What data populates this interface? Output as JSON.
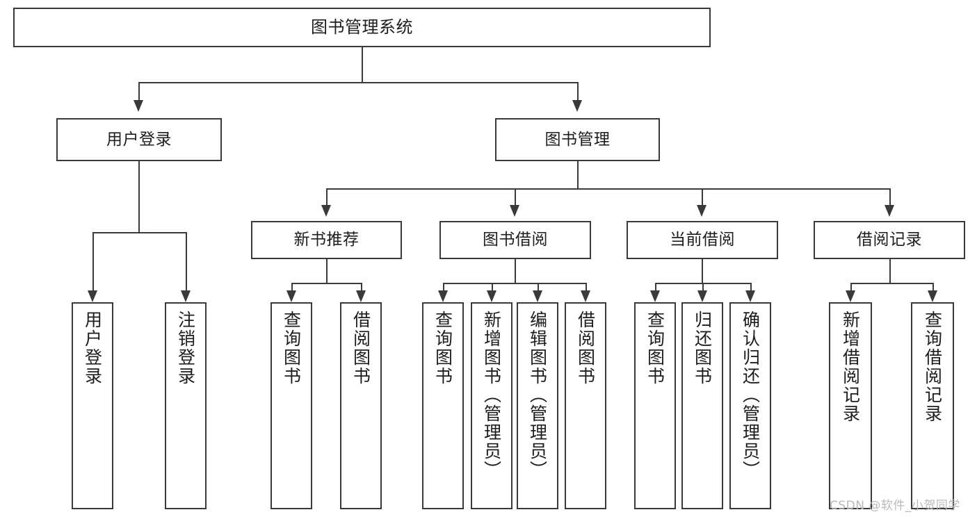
{
  "diagram": {
    "title": "图书管理系统",
    "type": "hierarchy-tree",
    "watermark": "CSDN @软件_小贺同学",
    "colors": {
      "line": "#3a3a3a",
      "box_fill": "#ffffff",
      "text": "#1d1d1d",
      "watermark": "#b9b9b9"
    },
    "levels": [
      {
        "level": 1,
        "nodes": [
          {
            "id": "root",
            "label": "图书管理系统",
            "orientation": "horizontal"
          }
        ]
      },
      {
        "level": 2,
        "nodes": [
          {
            "id": "login",
            "label": "用户登录",
            "orientation": "horizontal",
            "parent": "root"
          },
          {
            "id": "bookmgmt",
            "label": "图书管理",
            "orientation": "horizontal",
            "parent": "root"
          }
        ]
      },
      {
        "level": 3,
        "nodes": [
          {
            "id": "newbook",
            "label": "新书推荐",
            "orientation": "horizontal",
            "parent": "bookmgmt"
          },
          {
            "id": "borrow",
            "label": "图书借阅",
            "orientation": "horizontal",
            "parent": "bookmgmt"
          },
          {
            "id": "current",
            "label": "当前借阅",
            "orientation": "horizontal",
            "parent": "bookmgmt"
          },
          {
            "id": "records",
            "label": "借阅记录",
            "orientation": "horizontal",
            "parent": "bookmgmt"
          }
        ]
      },
      {
        "level": 4,
        "nodes": [
          {
            "id": "leaf-user-login",
            "label": "用户登录",
            "orientation": "vertical",
            "parent": "login"
          },
          {
            "id": "leaf-user-logout",
            "label": "注销登录",
            "orientation": "vertical",
            "parent": "login"
          },
          {
            "id": "leaf-new-query",
            "label": "查询图书",
            "orientation": "vertical",
            "parent": "newbook"
          },
          {
            "id": "leaf-new-borrow",
            "label": "借阅图书",
            "orientation": "vertical",
            "parent": "newbook"
          },
          {
            "id": "leaf-bor-query",
            "label": "查询图书",
            "orientation": "vertical",
            "parent": "borrow"
          },
          {
            "id": "leaf-bor-add",
            "label": "新增图书（管理员）",
            "orientation": "vertical",
            "parent": "borrow"
          },
          {
            "id": "leaf-bor-edit",
            "label": "编辑图书（管理员）",
            "orientation": "vertical",
            "parent": "borrow"
          },
          {
            "id": "leaf-bor-borrow",
            "label": "借阅图书",
            "orientation": "vertical",
            "parent": "borrow"
          },
          {
            "id": "leaf-cur-query",
            "label": "查询图书",
            "orientation": "vertical",
            "parent": "current"
          },
          {
            "id": "leaf-cur-return",
            "label": "归还图书",
            "orientation": "vertical",
            "parent": "current"
          },
          {
            "id": "leaf-cur-confirm",
            "label": "确认归还（管理员）",
            "orientation": "vertical",
            "parent": "current"
          },
          {
            "id": "leaf-rec-add",
            "label": "新增借阅记录",
            "orientation": "vertical",
            "parent": "records"
          },
          {
            "id": "leaf-rec-query",
            "label": "查询借阅记录",
            "orientation": "vertical",
            "parent": "records"
          }
        ]
      }
    ]
  }
}
